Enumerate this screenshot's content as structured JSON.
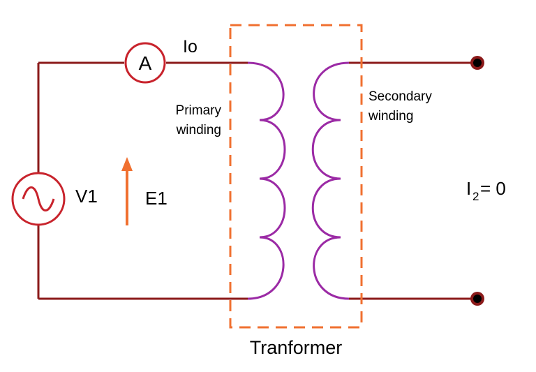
{
  "labels": {
    "current_meter": "A",
    "no_load_current": "Io",
    "primary_line1": "Primary",
    "primary_line2": "winding",
    "secondary_line1": "Secondary",
    "secondary_line2": "winding",
    "source_voltage": "V1",
    "emf": "E1",
    "secondary_current_I": "I",
    "secondary_current_sub": "2",
    "secondary_current_val": "= 0",
    "core_caption": "Tranformer"
  },
  "colors": {
    "wire": "#8b1a1a",
    "winding": "#9b2aa5",
    "core_outline": "#f07030",
    "emf_arrow": "#f07030",
    "terminal": "#000000"
  }
}
